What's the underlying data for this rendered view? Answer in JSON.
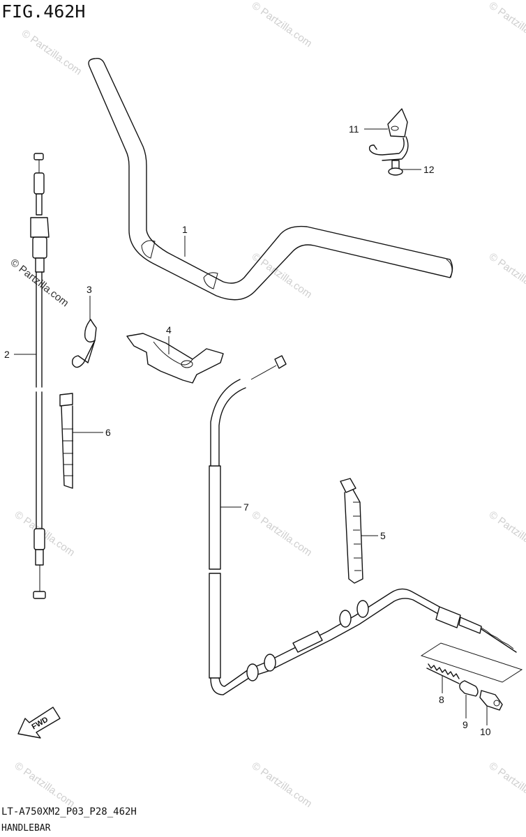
{
  "figure": {
    "title": "FIG.462H",
    "code": "LT-A750XM2_P03_P28_462H",
    "caption": "HANDLEBAR",
    "fwd_label": "FWD"
  },
  "callouts": [
    {
      "num": "1"
    },
    {
      "num": "2"
    },
    {
      "num": "3"
    },
    {
      "num": "4"
    },
    {
      "num": "5"
    },
    {
      "num": "6"
    },
    {
      "num": "7"
    },
    {
      "num": "8"
    },
    {
      "num": "9"
    },
    {
      "num": "10"
    },
    {
      "num": "11"
    },
    {
      "num": "12"
    }
  ],
  "watermark": {
    "text": "© Partzilla.com",
    "color": "#cfcfcf"
  },
  "colors": {
    "line": "#111111",
    "background": "#ffffff"
  }
}
